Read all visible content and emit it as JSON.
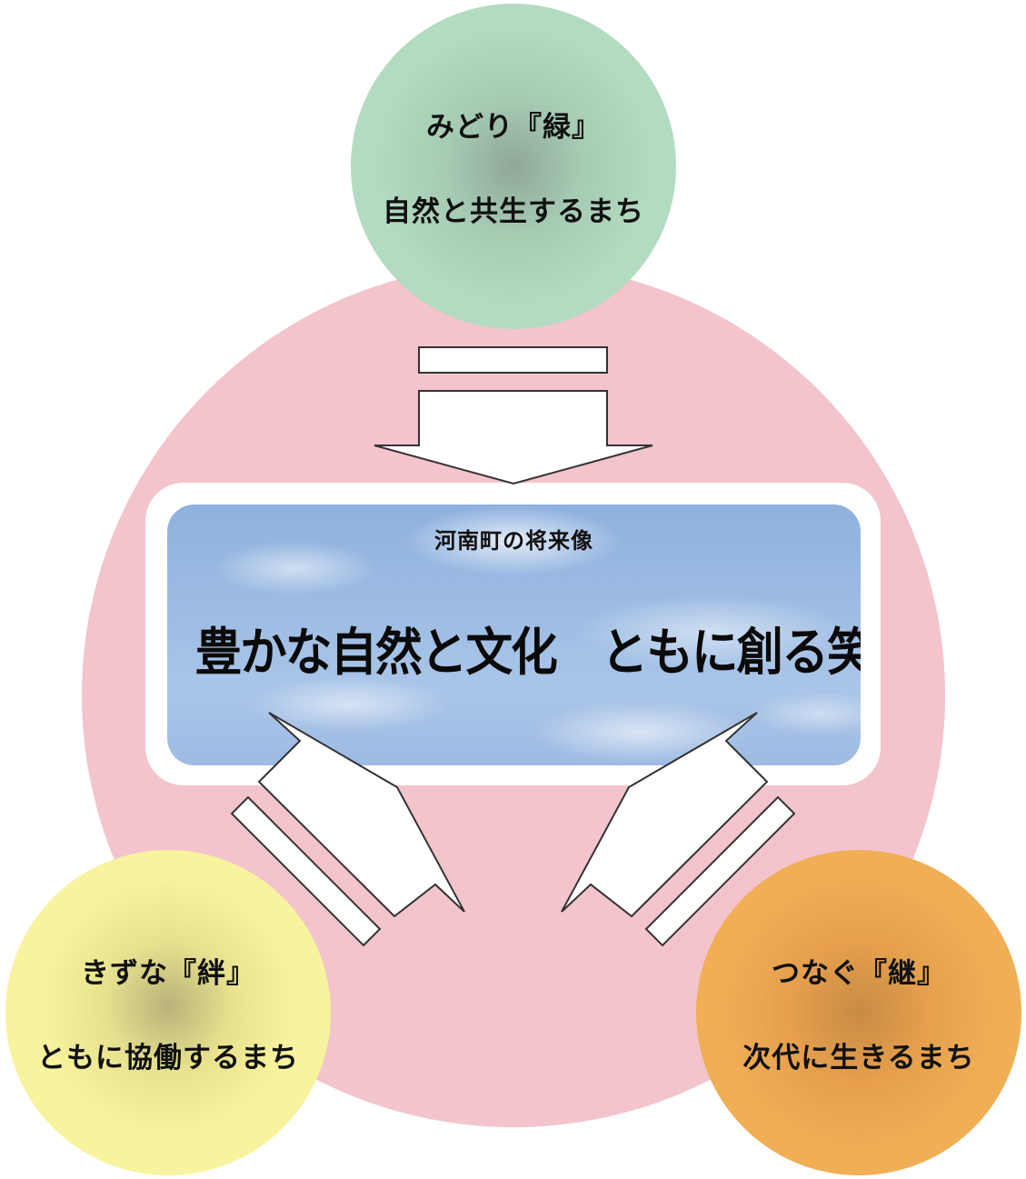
{
  "diagram": {
    "center": {
      "subtitle": "河南町の将来像",
      "slogan": "豊かな自然と文化　ともに創る笑顔あふれる元気なまち"
    },
    "nodes": {
      "green": {
        "keyword": "みどり『緑』",
        "description": "自然と共生するまち",
        "color": "#b3dbc1"
      },
      "yellow": {
        "keyword": "きずな『絆』",
        "description": "ともに協働するまち",
        "color": "#f9f3a0"
      },
      "orange": {
        "keyword": "つなぐ『継』",
        "description": "次代に生きるまち",
        "color": "#f1af56"
      }
    },
    "background_color": "#f3c4cc"
  }
}
